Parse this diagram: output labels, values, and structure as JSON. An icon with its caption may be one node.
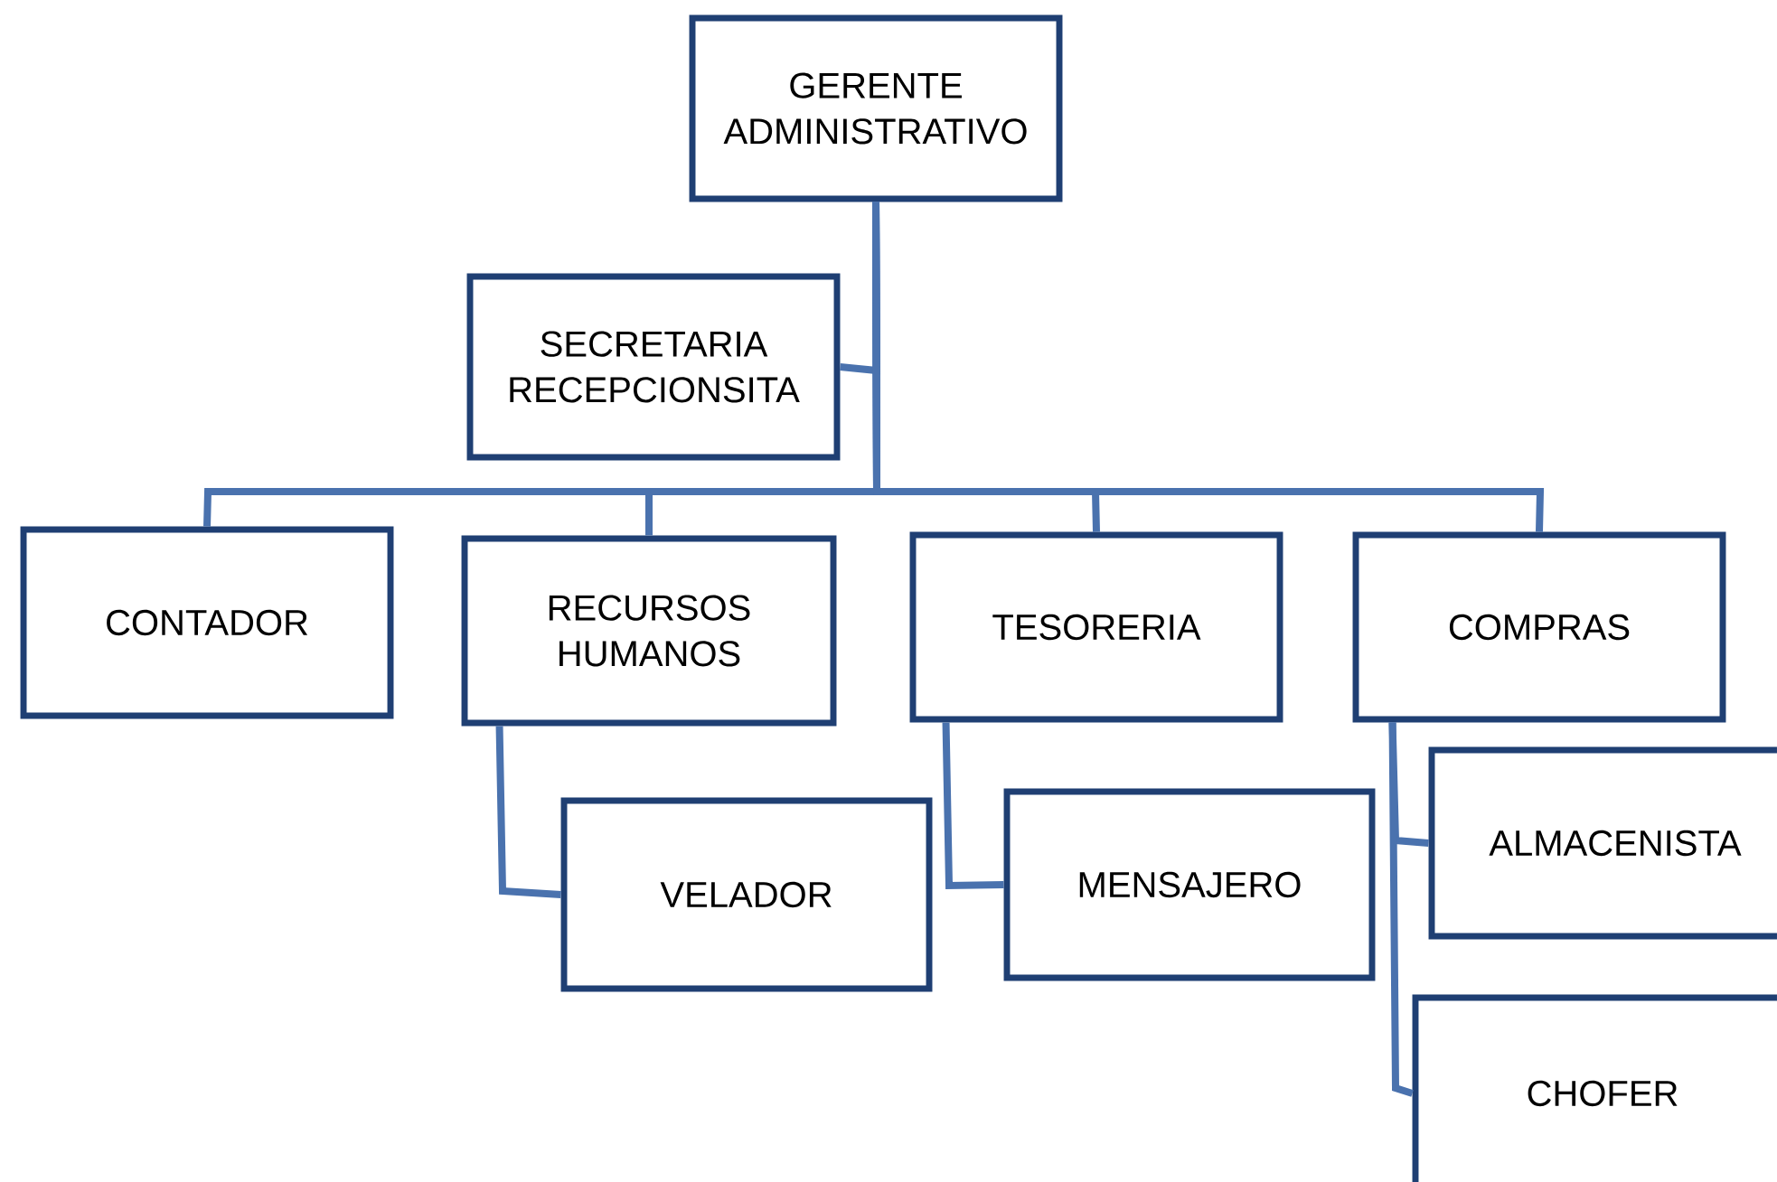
{
  "diagram": {
    "nodes": [
      {
        "text": [
          "GERENTE ADMINISTRATIVO"
        ]
      },
      {
        "text": [
          "SECRETARIA RECEPCIONSITA"
        ]
      },
      {
        "text": [
          "CONTADOR"
        ]
      },
      {
        "text": [
          "RECURSOS HUMANOS"
        ]
      },
      {
        "text": [
          "TESORERIA"
        ]
      },
      {
        "text": [
          "COMPRAS"
        ]
      },
      {
        "text": [
          "VELADOR"
        ]
      },
      {
        "text": [
          "MENSAJERO"
        ]
      },
      {
        "text": [
          "ALMACENISTA"
        ]
      },
      {
        "text": [
          "CHOFER"
        ]
      }
    ],
    "edges": [
      {
        "from": 0,
        "to": 1,
        "arrow": "none"
      },
      {
        "from": 0,
        "to": 2,
        "arrow": "none"
      },
      {
        "from": 0,
        "to": 3,
        "arrow": "none"
      },
      {
        "from": 0,
        "to": 4,
        "arrow": "none"
      },
      {
        "from": 0,
        "to": 5,
        "arrow": "none"
      },
      {
        "from": 3,
        "to": 6,
        "arrow": "none"
      },
      {
        "from": 4,
        "to": 7,
        "arrow": "none"
      },
      {
        "from": 5,
        "to": 8,
        "arrow": "none"
      },
      {
        "from": 5,
        "to": 9,
        "arrow": "none"
      }
    ]
  }
}
